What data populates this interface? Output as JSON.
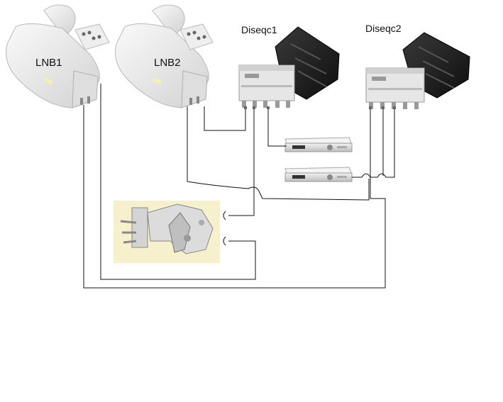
{
  "labels": {
    "lnb1": "LNB1",
    "lnb2": "LNB2",
    "diseqc1": "Diseqc1",
    "diseqc2": "Diseqc2"
  },
  "colors": {
    "wire": "#111111",
    "lnb_body": "#f2f2f2",
    "switch_body": "#e6e6e6",
    "switch_cover": "#1c1c1c",
    "receiver_body": "#d9d9d9",
    "motor_panel": "#f6f0cc"
  },
  "icons": [
    "lnb-icon",
    "connector-cap-icon",
    "diseqc-switch-icon",
    "switch-cover-icon",
    "receiver-icon",
    "motor-mount-icon"
  ]
}
